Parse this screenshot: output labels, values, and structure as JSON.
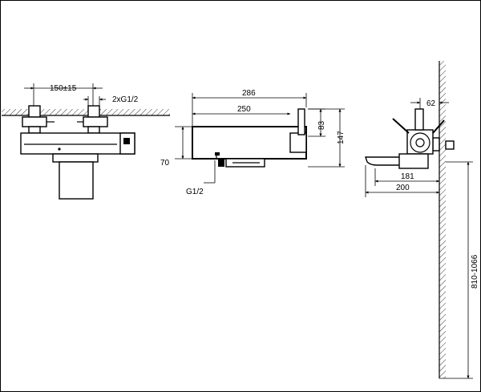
{
  "labels": {
    "front_spacing": "150±15",
    "front_connection": "2xG1/2",
    "side_total": "286",
    "side_body": "250",
    "side_depth_lever": "83",
    "side_depth_total": "147",
    "side_height": "70",
    "side_connection": "G1/2",
    "wall_offset": "62",
    "spout_181": "181",
    "spout_200": "200",
    "mount_height": "810-1066"
  },
  "colors": {
    "stroke": "#000000",
    "background": "#ffffff"
  }
}
